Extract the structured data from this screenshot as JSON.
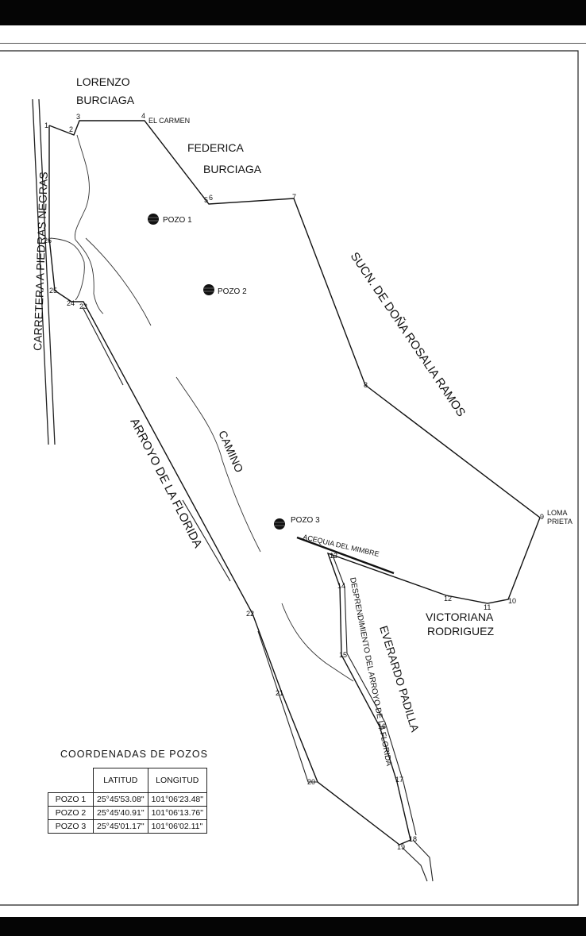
{
  "owners": {
    "lorenzo": [
      "LORENZO",
      "BURCIAGA"
    ],
    "federica": [
      "FEDERICA",
      "BURCIAGA"
    ],
    "sucn": "SUCN. DE DOÑA ROSALIA RAMOS",
    "victoriana": [
      "VICTORIANA",
      "RODRIGUEZ"
    ],
    "everardo": "EVERARDO PADILLA"
  },
  "features": {
    "carretera": "CARRETERA A PIEDRAS NEGRAS",
    "arroyo": "ARROYO DE LA FLORIDA",
    "camino": "CAMINO",
    "acequia": "ACEQUIA DEL MIMBRE",
    "desprendimiento": "DESPRENDIMIENTO DEL ARROYO DE LA FLORIDA",
    "el_carmen": "EL CARMEN",
    "loma_prieta": [
      "LOMA",
      "PRIETA"
    ]
  },
  "wells": {
    "pozo1": "POZO 1",
    "pozo2": "POZO 2",
    "pozo3": "POZO 3"
  },
  "vertices": {
    "v1": "1",
    "v2": "2",
    "v3": "3",
    "v4": "4",
    "v5": "5",
    "v6": "6",
    "v7": "7",
    "v8": "8",
    "v9": "9",
    "v10": "10",
    "v11": "11",
    "v12": "12",
    "v13": "13",
    "v14": "14",
    "v15": "15",
    "v16": "16",
    "v17": "17",
    "v18": "18",
    "v19": "19",
    "v20": "20",
    "v21": "21",
    "v22": "22",
    "v23": "23",
    "v24": "24",
    "v25": "25",
    "v26": "26"
  },
  "coord_table": {
    "title": "COORDENADAS DE POZOS",
    "headers": [
      "LATITUD",
      "LONGITUD"
    ],
    "rows": [
      {
        "pozo": "POZO 1",
        "lat": "25°45'53.08\"",
        "lon": "101°06'23.48\""
      },
      {
        "pozo": "POZO 2",
        "lat": "25°45'40.91\"",
        "lon": "101°06'13.76\""
      },
      {
        "pozo": "POZO 3",
        "lat": "25°45'01.17\"",
        "lon": "101°06'02.11\""
      }
    ]
  }
}
